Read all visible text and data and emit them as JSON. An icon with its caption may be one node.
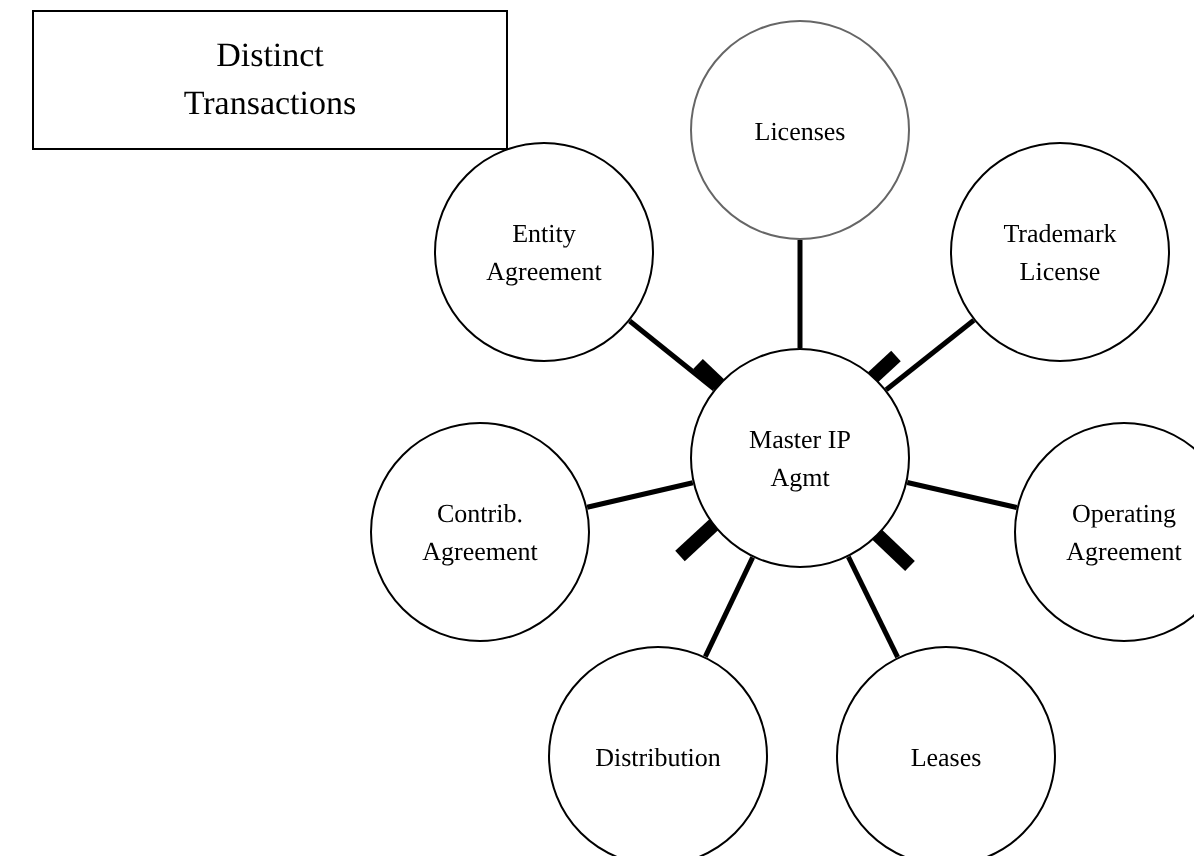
{
  "diagram": {
    "nodes": [
      {
        "text": [
          "Distinct Transactions"
        ]
      },
      {
        "text": [
          "Licenses"
        ]
      },
      {
        "text": [
          "Entity Agreement"
        ]
      },
      {
        "text": [
          "Trademark License"
        ]
      },
      {
        "text": [
          "Master IP Agmt"
        ]
      },
      {
        "text": [
          "Contrib. Agreement"
        ]
      },
      {
        "text": [
          "Operating Agreement"
        ]
      },
      {
        "text": [
          "Distribution"
        ]
      },
      {
        "text": [
          "Leases"
        ]
      }
    ],
    "edges": [
      {
        "from": 4,
        "to": 1,
        "arrow": "none"
      },
      {
        "from": 4,
        "to": 2,
        "arrow": "none"
      },
      {
        "from": 4,
        "to": 3,
        "arrow": "none"
      },
      {
        "from": 4,
        "to": 5,
        "arrow": "none"
      },
      {
        "from": 4,
        "to": 6,
        "arrow": "none"
      },
      {
        "from": 4,
        "to": 7,
        "arrow": "none"
      },
      {
        "from": 4,
        "to": 8,
        "arrow": "none"
      }
    ]
  }
}
